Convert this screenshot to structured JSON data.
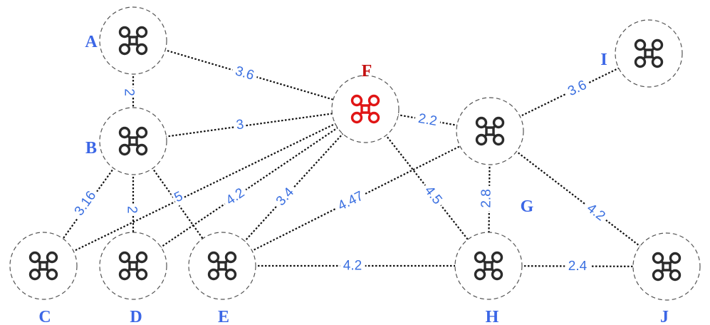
{
  "colors": {
    "node_label": "#3b66e6",
    "highlight": "#c41010",
    "drone": "#2b2b2b",
    "highlight_drone": "#e01515",
    "edge_label": "#3a6fe0"
  },
  "icon": "drone-icon",
  "nodes": [
    {
      "id": "A",
      "label": "A",
      "highlight": false
    },
    {
      "id": "B",
      "label": "B",
      "highlight": false
    },
    {
      "id": "C",
      "label": "C",
      "highlight": false
    },
    {
      "id": "D",
      "label": "D",
      "highlight": false
    },
    {
      "id": "E",
      "label": "E",
      "highlight": false
    },
    {
      "id": "F",
      "label": "F",
      "highlight": true
    },
    {
      "id": "G",
      "label": "G",
      "highlight": false
    },
    {
      "id": "H",
      "label": "H",
      "highlight": false
    },
    {
      "id": "I",
      "label": "I",
      "highlight": false
    },
    {
      "id": "J",
      "label": "J",
      "highlight": false
    }
  ],
  "edges": [
    {
      "from": "A",
      "to": "F",
      "label": "3.6"
    },
    {
      "from": "A",
      "to": "B",
      "label": "2"
    },
    {
      "from": "B",
      "to": "F",
      "label": "3"
    },
    {
      "from": "B",
      "to": "C",
      "label": "3.16"
    },
    {
      "from": "B",
      "to": "D",
      "label": "2"
    },
    {
      "from": "B",
      "to": "E",
      "label": ""
    },
    {
      "from": "C",
      "to": "F",
      "label": "5"
    },
    {
      "from": "D",
      "to": "F",
      "label": "4.2"
    },
    {
      "from": "E",
      "to": "F",
      "label": "3.4"
    },
    {
      "from": "E",
      "to": "G",
      "label": "4.47"
    },
    {
      "from": "E",
      "to": "H",
      "label": "4.2"
    },
    {
      "from": "F",
      "to": "G",
      "label": "2.2"
    },
    {
      "from": "F",
      "to": "H",
      "label": "4.5"
    },
    {
      "from": "G",
      "to": "I",
      "label": "3.6"
    },
    {
      "from": "G",
      "to": "H",
      "label": "2.8"
    },
    {
      "from": "G",
      "to": "J",
      "label": "4.2"
    },
    {
      "from": "H",
      "to": "J",
      "label": "2.4"
    }
  ]
}
